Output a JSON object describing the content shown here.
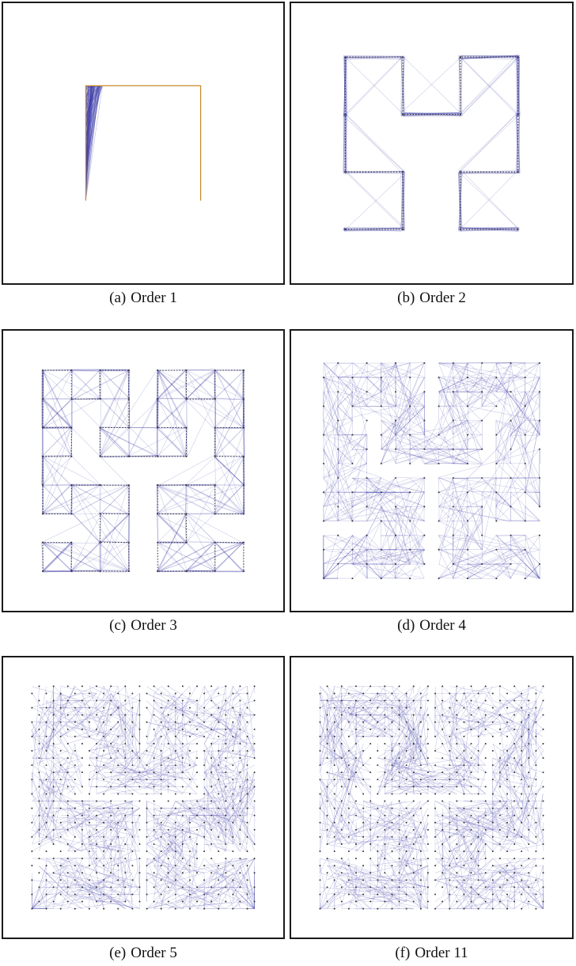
{
  "panels": [
    {
      "label": "(a)",
      "title": "Order 1"
    },
    {
      "label": "(b)",
      "title": "Order 2"
    },
    {
      "label": "(c)",
      "title": "Order 3"
    },
    {
      "label": "(d)",
      "title": "Order 4"
    },
    {
      "label": "(e)",
      "title": "Order 5"
    },
    {
      "label": "(f)",
      "title": "Order 11"
    }
  ],
  "colors": {
    "edge": "#3c3ca8",
    "curve": "#222222",
    "border": "#1a1a1a",
    "accent": "#c98a2a"
  }
}
